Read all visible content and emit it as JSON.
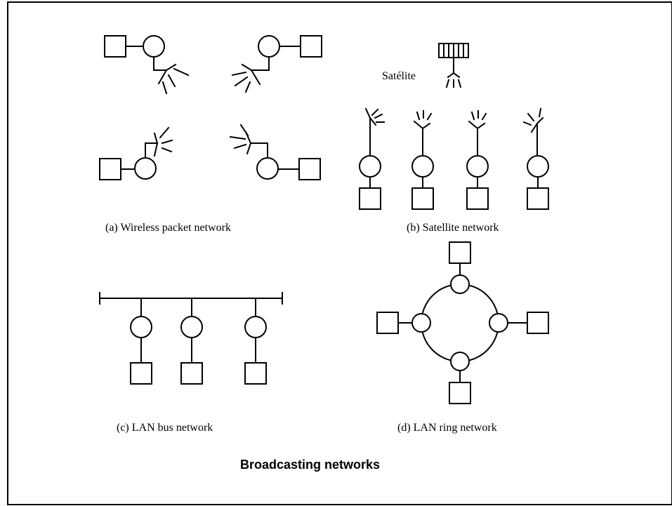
{
  "figure_title": "Broadcasting networks",
  "panels": {
    "a": {
      "caption": "(a) Wireless packet network"
    },
    "b": {
      "caption": "(b) Satellite network",
      "satellite_label": "Satélite"
    },
    "c": {
      "caption": "(c) LAN bus network"
    },
    "d": {
      "caption": "(d)  LAN ring network"
    }
  }
}
